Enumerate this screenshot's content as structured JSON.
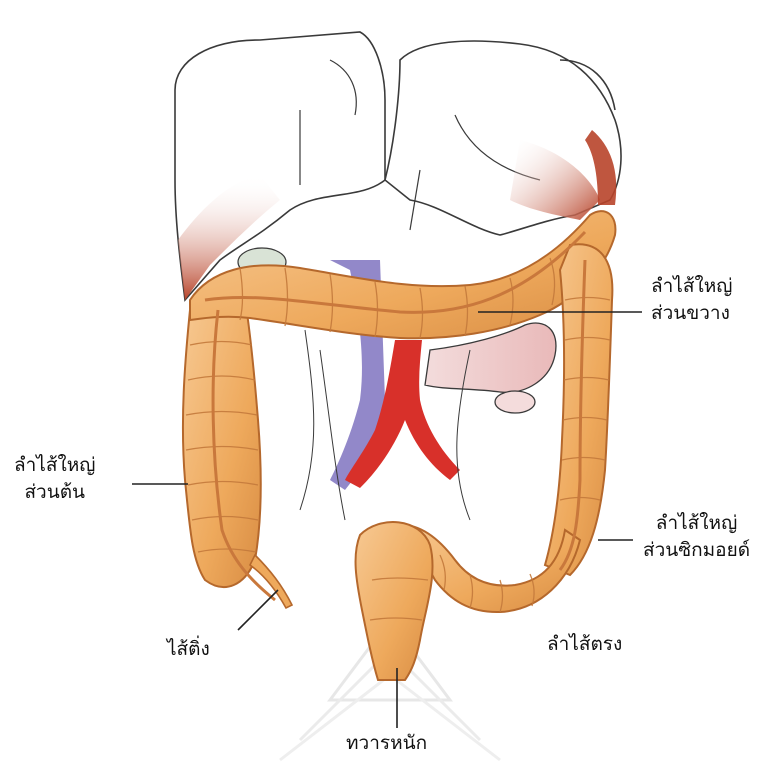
{
  "diagram": {
    "colors": {
      "colon_fill": "#f0b068",
      "colon_stroke": "#b5682c",
      "taenia": "#c9783c",
      "liver_shade": "#b8442a",
      "vessel_red": "#d8302a",
      "vessel_blue": "#7f73c0",
      "outline": "#3a3a3a",
      "leader_line": "#222222",
      "watermark": "#c8c8c8"
    },
    "labels": {
      "transverse": {
        "line1": "ลำไส้ใหญ่",
        "line2": "ส่วนขวาง"
      },
      "ascending": {
        "line1": "ลำไส้ใหญ่",
        "line2": "ส่วนต้น"
      },
      "sigmoid": {
        "line1": "ลำไส้ใหญ่",
        "line2": "ส่วนซิกมอยด์"
      },
      "appendix": "ไส้ติ่ง",
      "rectum": "ลำไส้ตรง",
      "anus": "ทวารหนัก"
    }
  }
}
